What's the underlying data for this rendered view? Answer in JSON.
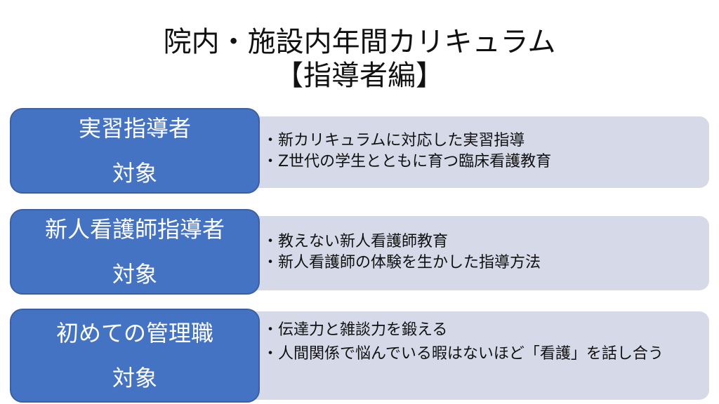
{
  "title": {
    "line1": "院内・施設内年間カリキュラム",
    "line2": "【指導者編】"
  },
  "rows": [
    {
      "label": "実習指導者",
      "target": "対象",
      "items": [
        "新カリキュラムに対応した実習指導",
        "Z世代の学生とともに育つ臨床看護教育"
      ]
    },
    {
      "label": "新人看護師指導者",
      "target": "対象",
      "items": [
        "教えない新人看護師教育",
        "新人看護師の体験を生かした指導方法"
      ]
    },
    {
      "label": "初めての管理職",
      "target": "対象",
      "items": [
        "伝達力と雑談力を鍛える",
        "人間関係で悩んでいる暇はないほど「看護」を話し合う"
      ]
    }
  ],
  "bullet": "・",
  "colors": {
    "label_bg": "#4573c4",
    "detail_bg": "#d5d9e8"
  }
}
